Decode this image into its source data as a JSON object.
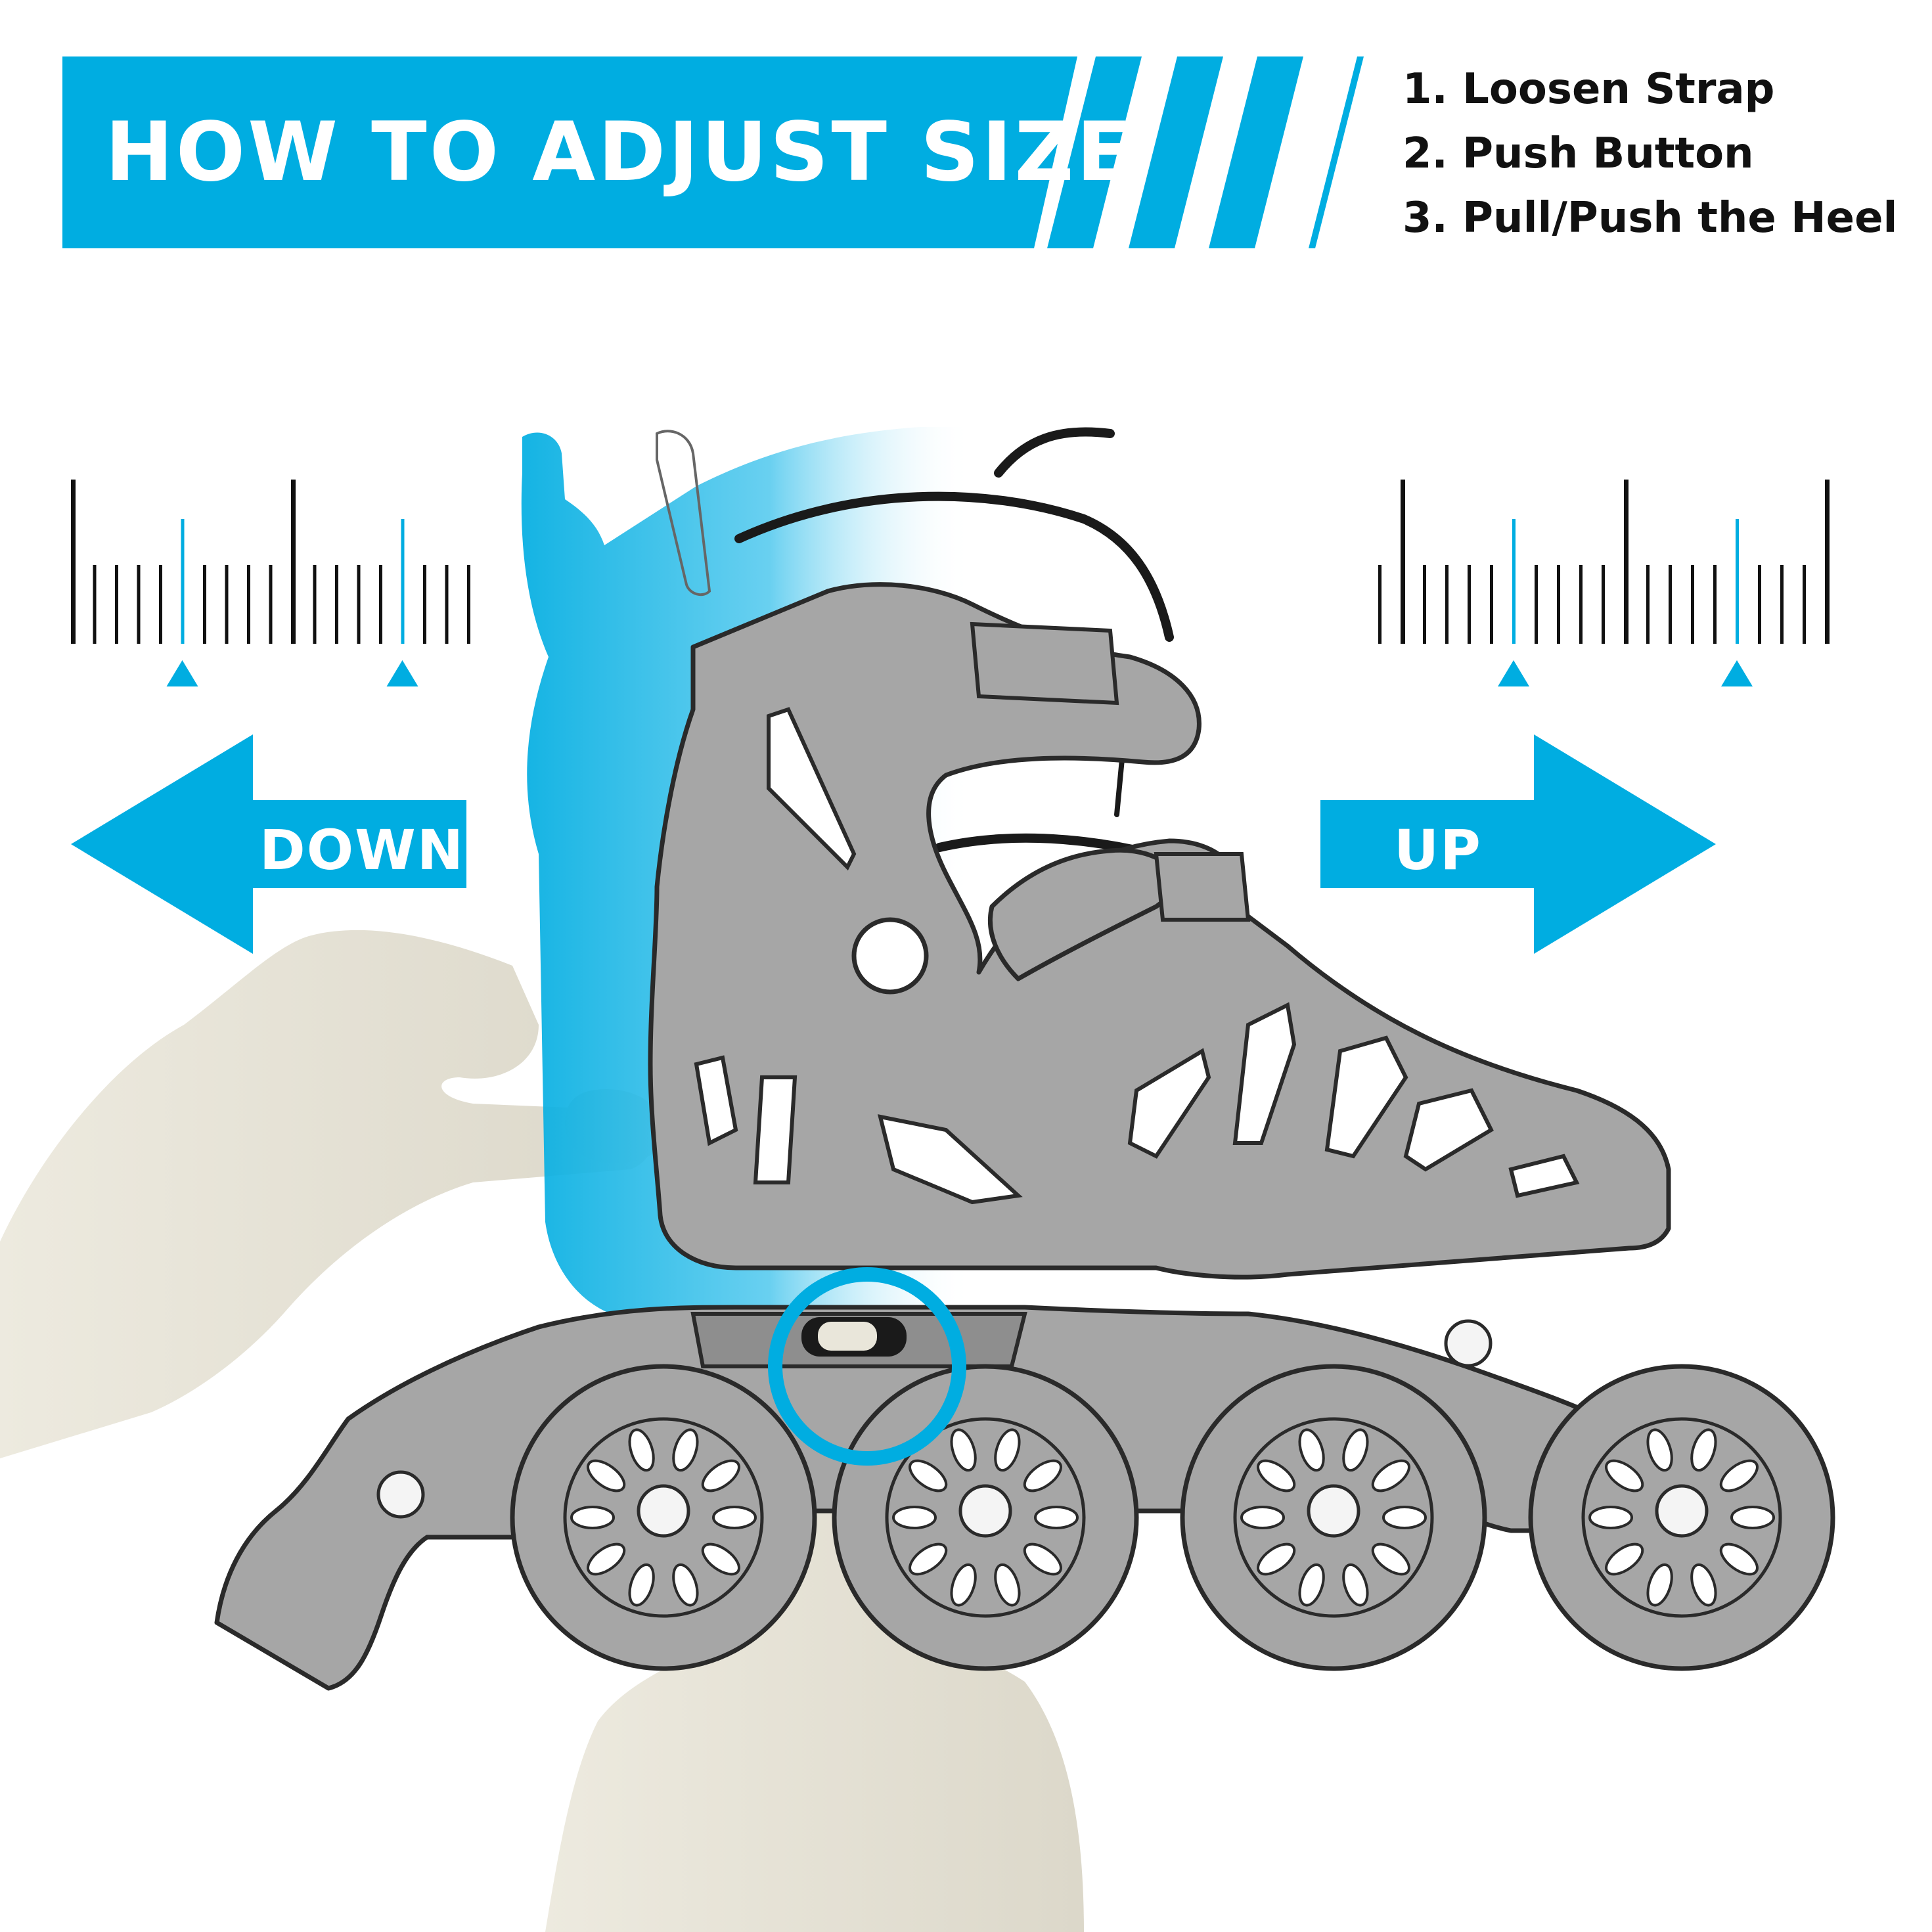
{
  "header": {
    "title": "HOW TO ADJUST SIZE"
  },
  "steps": [
    {
      "label": "1. Loosen Strap"
    },
    {
      "label": "2. Push Button"
    },
    {
      "label": "3. Pull/Push the Heel"
    }
  ],
  "arrows": {
    "left_label": "DOWN",
    "right_label": "UP"
  },
  "colors": {
    "accent": "#00ADE1",
    "skate_gray": "#A6A6A6",
    "outline": "#2A2A2A",
    "hand": "#E9E6DA"
  },
  "icons": {
    "left_arrow": "arrow-left-icon",
    "right_arrow": "arrow-right-icon",
    "button_highlight": "circle-highlight-icon",
    "ruler": "size-scale-icon"
  }
}
